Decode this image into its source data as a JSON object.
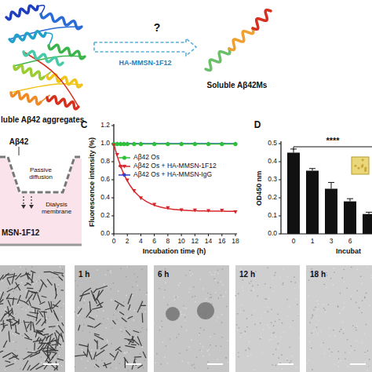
{
  "diagram": {
    "nodes": [
      {
        "text": [
          "luble Aβ42 aggregates"
        ]
      },
      {
        "text": [
          "Soluble Aβ42Ms"
        ]
      }
    ],
    "edges": [
      {
        "from": 0,
        "to": 1,
        "arrow": "to",
        "label": "HA-MMSN-1F12"
      }
    ],
    "labels": [
      "?",
      "Aβ42",
      "Passive diffusion",
      "Dialysis membrane",
      "MSN-1F12",
      "C",
      "Fluorescence intensity (%)",
      "1.2",
      "1.0",
      "0.8",
      "0.6",
      "0.4",
      "0.2",
      "0.0",
      "0",
      "2",
      "4",
      "6",
      "8",
      "10",
      "12",
      "14",
      "16",
      "18",
      "Incubation time (h)",
      "D",
      "OD450 nm",
      "0.5",
      "0.4",
      "0.3",
      "0.2",
      "0.1",
      "0.0",
      "0",
      "1",
      "3",
      "6",
      "Incubat",
      "****",
      "1 h",
      "6 h",
      "12 h",
      "18 h"
    ],
    "legend": [
      {
        "text": "Aβ42 Os"
      },
      {
        "text": "Aβ42 Os + HA-MMSN-1F12"
      },
      {
        "text": "Aβ42 Os + HA-MMSN-IgG"
      }
    ]
  }
}
